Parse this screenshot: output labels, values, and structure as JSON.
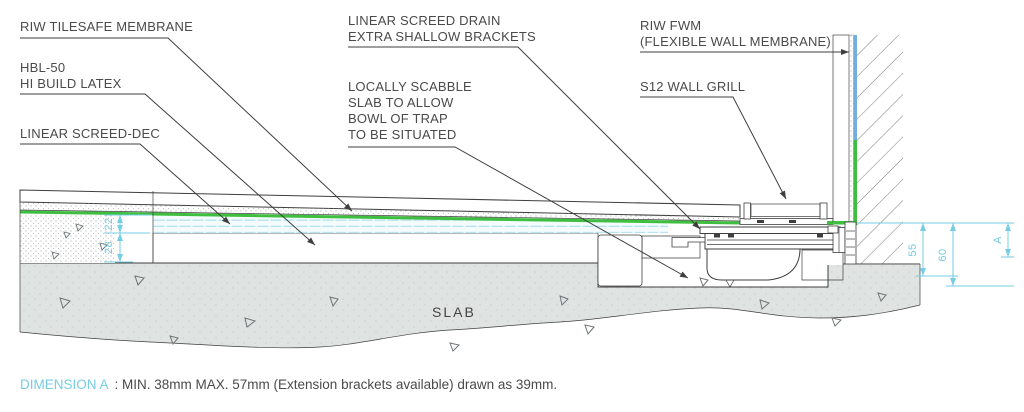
{
  "drawing": {
    "title_context": "Linear screed drain wall detail",
    "labels": {
      "tilesafe": {
        "lines": [
          "RIW TILESAFE MEMBRANE"
        ]
      },
      "hbl50": {
        "lines": [
          "HBL-50",
          "HI BUILD LATEX"
        ]
      },
      "screed_dec": {
        "lines": [
          "LINEAR SCREED-DEC"
        ]
      },
      "drain": {
        "lines": [
          "LINEAR SCREED DRAIN",
          "EXTRA SHALLOW BRACKETS"
        ]
      },
      "scabble": {
        "lines": [
          "LOCALLY SCABBLE",
          "SLAB TO ALLOW",
          "BOWL OF TRAP",
          "TO BE SITUATED"
        ]
      },
      "fwm": {
        "lines": [
          "RIW FWM",
          "(FLEXIBLE WALL MEMBRANE)"
        ]
      },
      "wall_grill": {
        "lines": [
          "S12 WALL GRILL"
        ]
      },
      "slab": "SLAB"
    },
    "dimensions": {
      "screed_dec_thickness": "22",
      "latex_thickness": "28",
      "depth_55": "55",
      "depth_60": "60",
      "depth_a": "A"
    },
    "note": {
      "prefix": "DIMENSION A",
      "body": ": MIN. 38mm MAX. 57mm (Extension brackets available) drawn as 39mm."
    },
    "colors": {
      "line": "#3f3f3f",
      "text": "#4a4a4a",
      "accent_cyan": "#76cde4",
      "membrane_green": "#3fbf3f",
      "membrane_blue": "#74aede",
      "slab_gray": "#dfe3e2"
    }
  }
}
